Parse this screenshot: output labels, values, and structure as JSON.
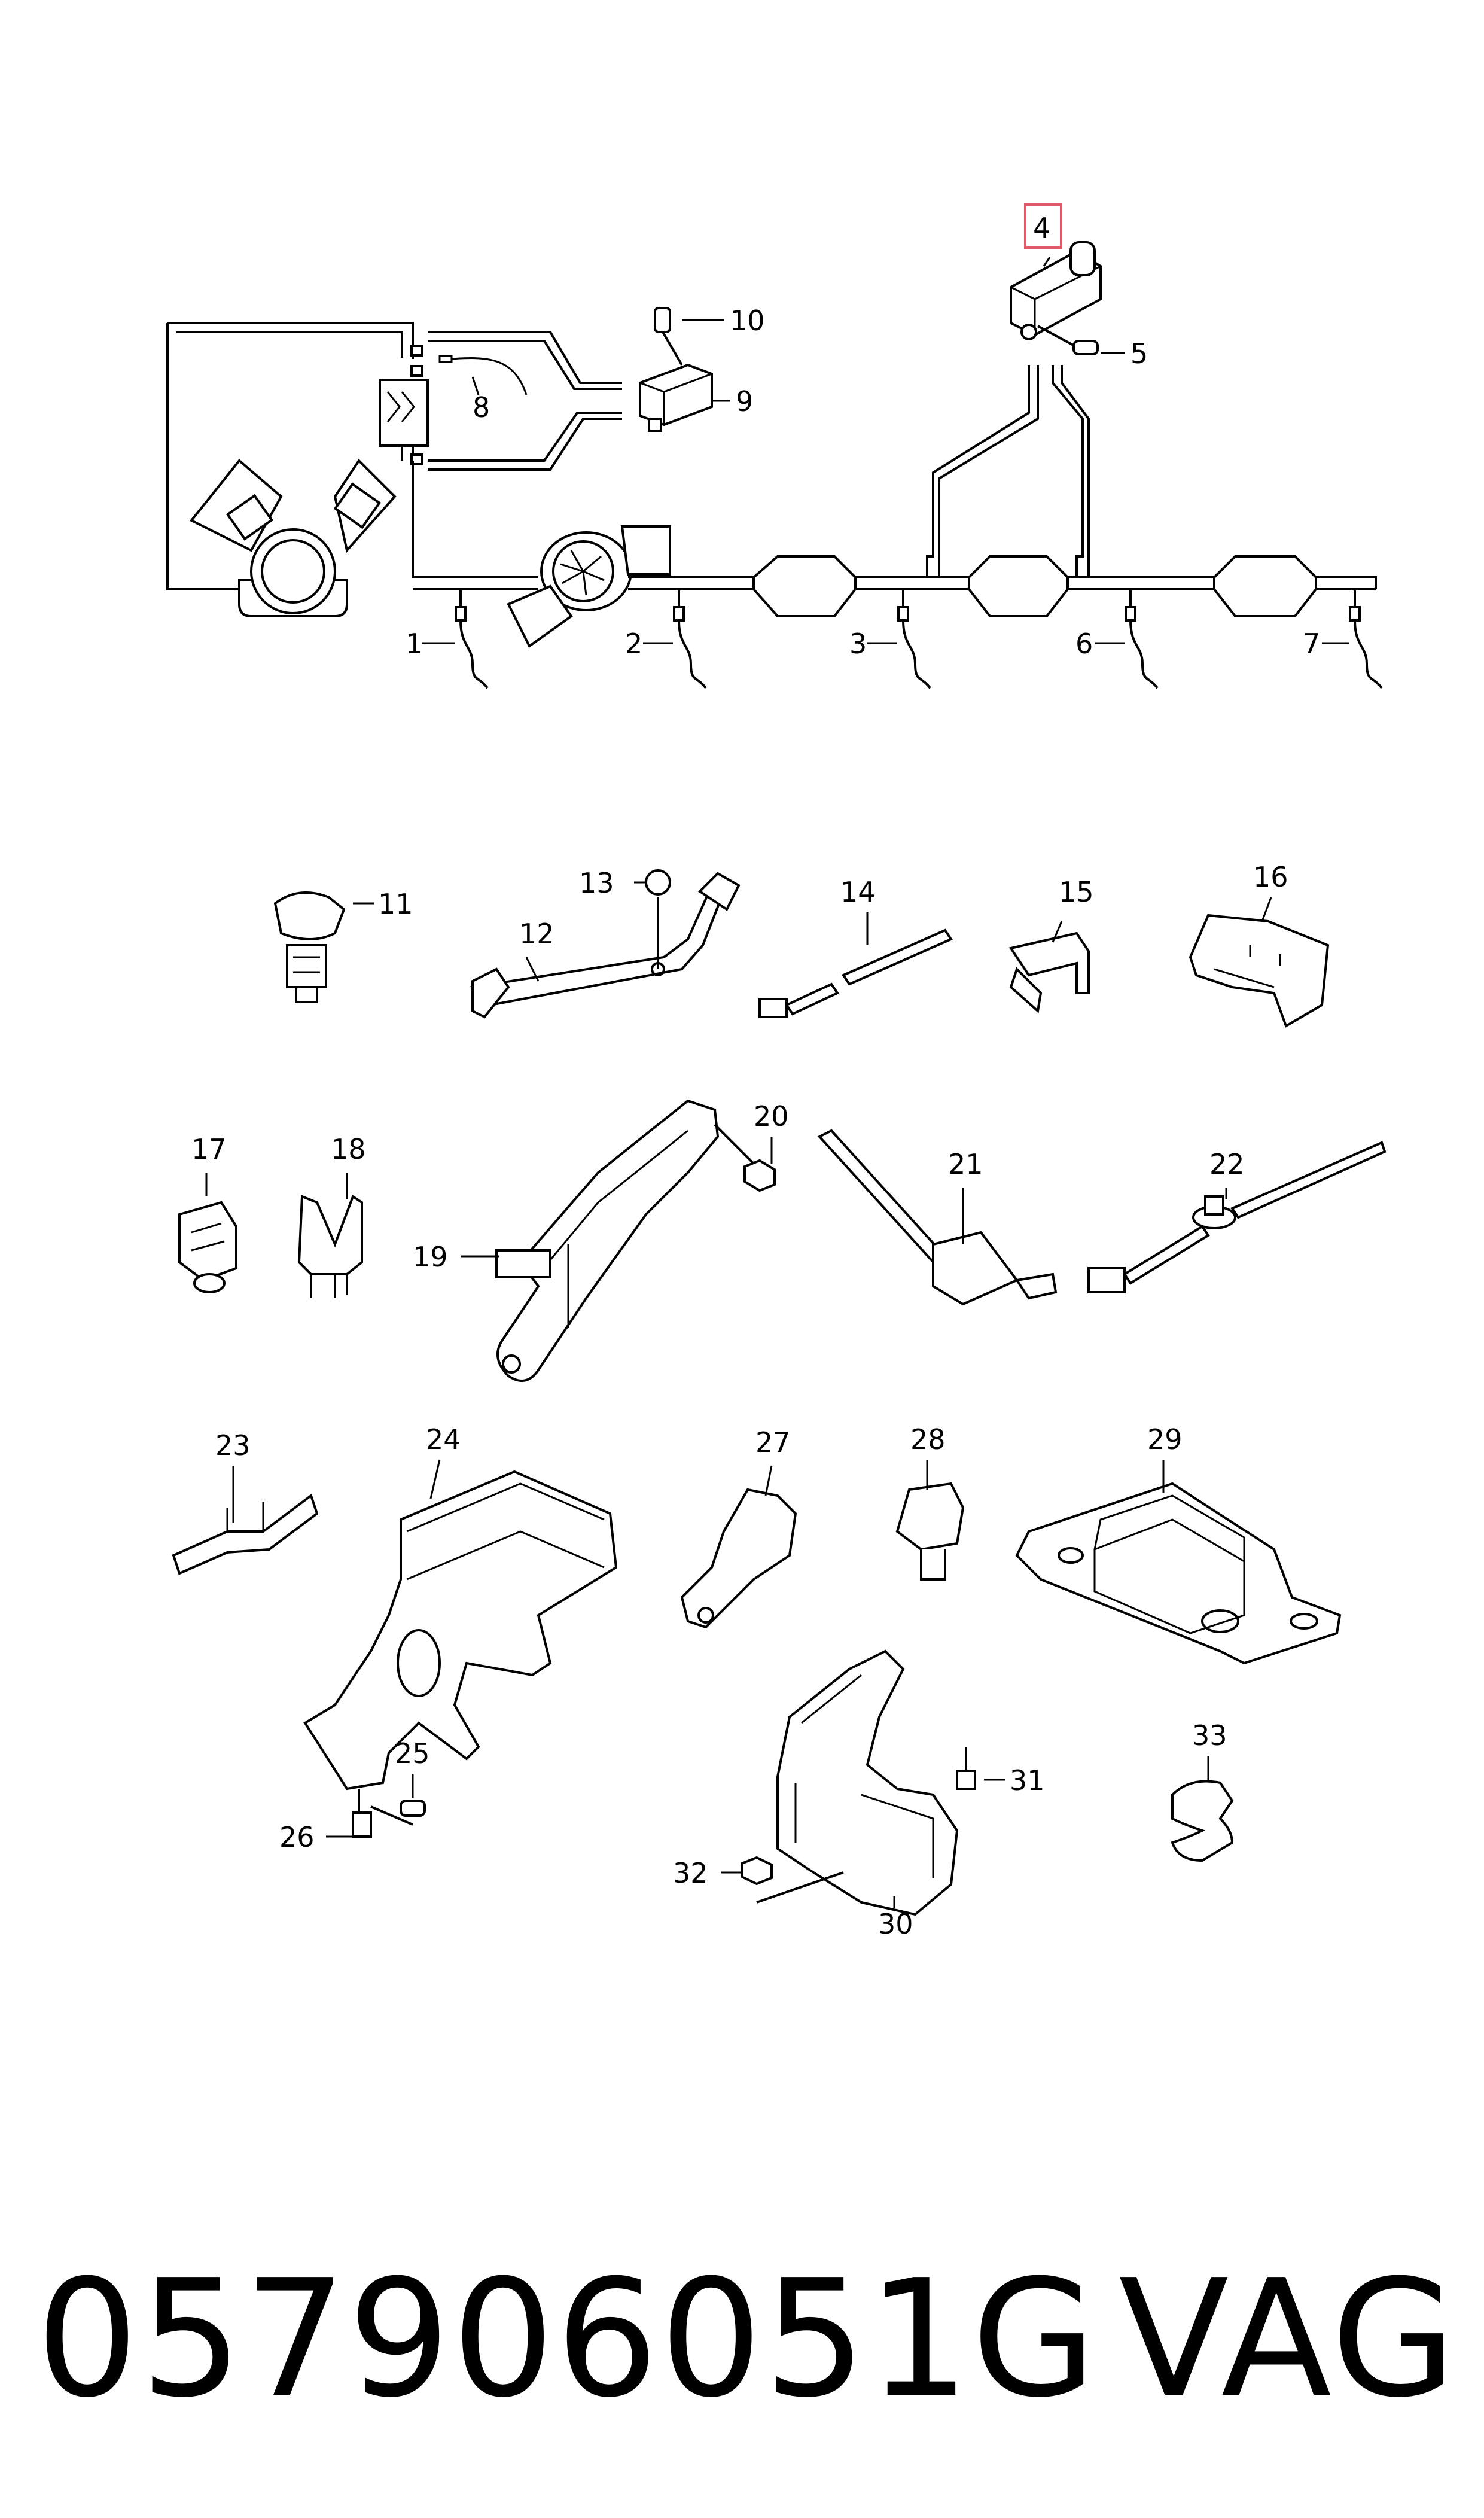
{
  "labels": {
    "p1": "1",
    "p2": "2",
    "p3": "3",
    "p4": "4",
    "p5": "5",
    "p6": "6",
    "p7": "7",
    "p8": "8",
    "p9": "9",
    "p10": "10",
    "p11": "11",
    "p12": "12",
    "p13": "13",
    "p14": "14",
    "p15": "15",
    "p16": "16",
    "p17": "17",
    "p18": "18",
    "p19": "19",
    "p20": "20",
    "p21": "21",
    "p22": "22",
    "p23": "23",
    "p24": "24",
    "p25": "25",
    "p26": "26",
    "p27": "27",
    "p28": "28",
    "p29": "29",
    "p30": "30",
    "p31": "31",
    "p32": "32",
    "p33": "33"
  },
  "footer": {
    "part_number": "057906051G",
    "brand": "VAG"
  },
  "colors": {
    "highlight": "#e05a6a",
    "line": "#000000"
  }
}
